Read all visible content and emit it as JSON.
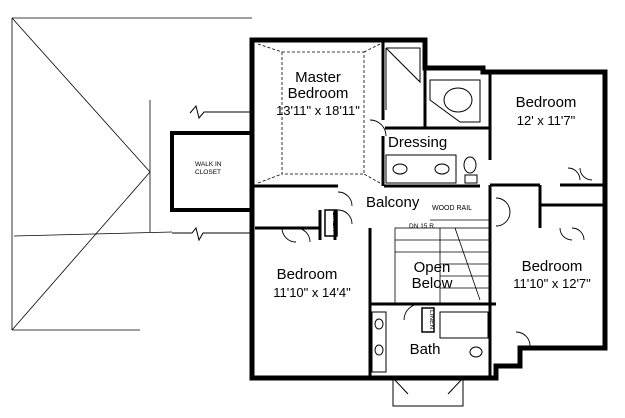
{
  "rooms": {
    "master": {
      "name_line1": "Master",
      "name_line2": "Bedroom",
      "dims": "13'11\" x 18'11\""
    },
    "bedroom_ne": {
      "name": "Bedroom",
      "dims": "12' x 11'7\""
    },
    "bedroom_sw": {
      "name": "Bedroom",
      "dims": "11'10\" x 14'4\""
    },
    "bedroom_se": {
      "name": "Bedroom",
      "dims": "11'10\" x 12'7\""
    },
    "dressing": {
      "name": "Dressing"
    },
    "balcony": {
      "name": "Balcony"
    },
    "open_below": {
      "line1": "Open",
      "line2": "Below"
    },
    "bath": {
      "name": "Bath"
    },
    "walk_in_closet": {
      "line1": "WALK IN",
      "line2": "CLOSET"
    }
  },
  "labels": {
    "wood_rail": "WOOD RAIL",
    "down": "DN 15 R.",
    "linen_1": "LINEN",
    "linen_2": "LINEN"
  }
}
